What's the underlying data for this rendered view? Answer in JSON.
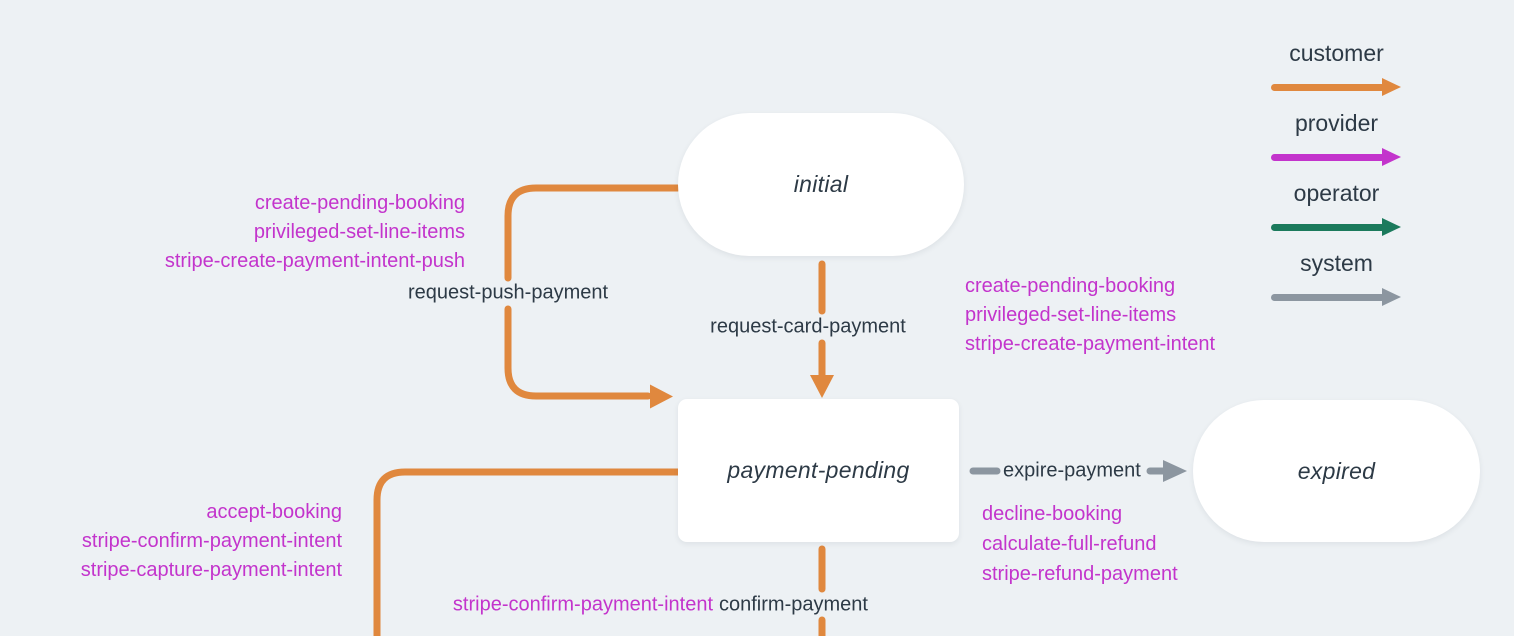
{
  "colors": {
    "background": "#EDF1F4",
    "node_fill": "#FFFFFF",
    "text_dark": "#2D3A46",
    "customer": "#E0883E",
    "provider": "#C334CC",
    "operator": "#1B7A5C",
    "system": "#8C96A0"
  },
  "legend": {
    "items": [
      {
        "label": "customer",
        "color": "#E0883E"
      },
      {
        "label": "provider",
        "color": "#C334CC"
      },
      {
        "label": "operator",
        "color": "#1B7A5C"
      },
      {
        "label": "system",
        "color": "#8C96A0"
      }
    ]
  },
  "states": {
    "initial": {
      "label": "initial"
    },
    "payment_pending": {
      "label": "payment-pending"
    },
    "expired": {
      "label": "expired"
    }
  },
  "transitions": {
    "request_push_payment": {
      "label": "request-push-payment",
      "actor": "customer",
      "from": "initial",
      "to": "payment-pending",
      "actions": [
        "create-pending-booking",
        "privileged-set-line-items",
        "stripe-create-payment-intent-push"
      ]
    },
    "request_card_payment": {
      "label": "request-card-payment",
      "actor": "customer",
      "from": "initial",
      "to": "payment-pending",
      "actions": [
        "create-pending-booking",
        "privileged-set-line-items",
        "stripe-create-payment-intent"
      ]
    },
    "expire_payment": {
      "label": "expire-payment",
      "actor": "system",
      "from": "payment-pending",
      "to": "expired",
      "actions": [
        "decline-booking",
        "calculate-full-refund",
        "stripe-refund-payment"
      ]
    },
    "confirm_payment": {
      "label": "confirm-payment",
      "actor": "customer",
      "from": "payment-pending",
      "actions": [
        "stripe-confirm-payment-intent"
      ]
    },
    "accept_booking": {
      "actor": "customer",
      "from": "payment-pending",
      "actions": [
        "accept-booking",
        "stripe-confirm-payment-intent",
        "stripe-capture-payment-intent"
      ]
    }
  }
}
